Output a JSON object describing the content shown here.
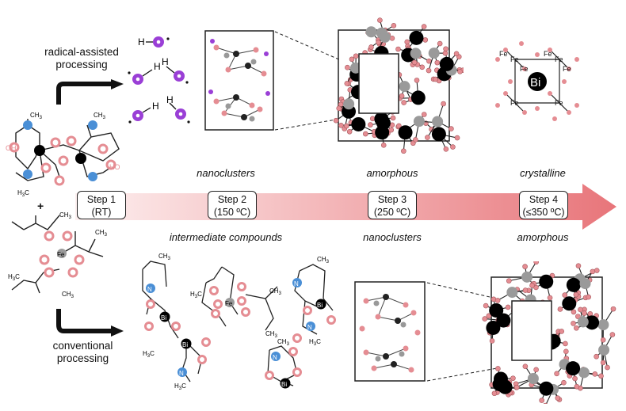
{
  "labels": {
    "radical_assisted": "radical-assisted\nprocessing",
    "conventional": "conventional\nprocessing",
    "plus": "+"
  },
  "top_row": {
    "nanoclusters": "nanoclusters",
    "amorphous": "amorphous",
    "crystalline": "crystalline"
  },
  "bottom_row": {
    "intermediate": "intermediate compounds",
    "nanoclusters": "nanoclusters",
    "amorphous": "amorphous"
  },
  "steps": [
    {
      "name": "Step 1",
      "cond": "(RT)"
    },
    {
      "name": "Step 2",
      "cond": "(150 ºC)"
    },
    {
      "name": "Step 3",
      "cond": "(250 ºC)"
    },
    {
      "name": "Step 4",
      "cond": "(≤350 ºC)"
    }
  ],
  "atoms": {
    "bi": "Bi",
    "fe": "Fe",
    "n": "N",
    "oh": "OH",
    "ho": "HO",
    "h": "H",
    "ch3": "CH3",
    "h3c": "H3C"
  },
  "colors": {
    "arrow_start": "#fbe4e4",
    "arrow_end": "#e8757a",
    "oxygen": "#e58d93",
    "nitrogen": "#4a8fd6",
    "radical": "#9a3fd6",
    "bismuth": "#000000",
    "iron": "#9a9a9a"
  }
}
